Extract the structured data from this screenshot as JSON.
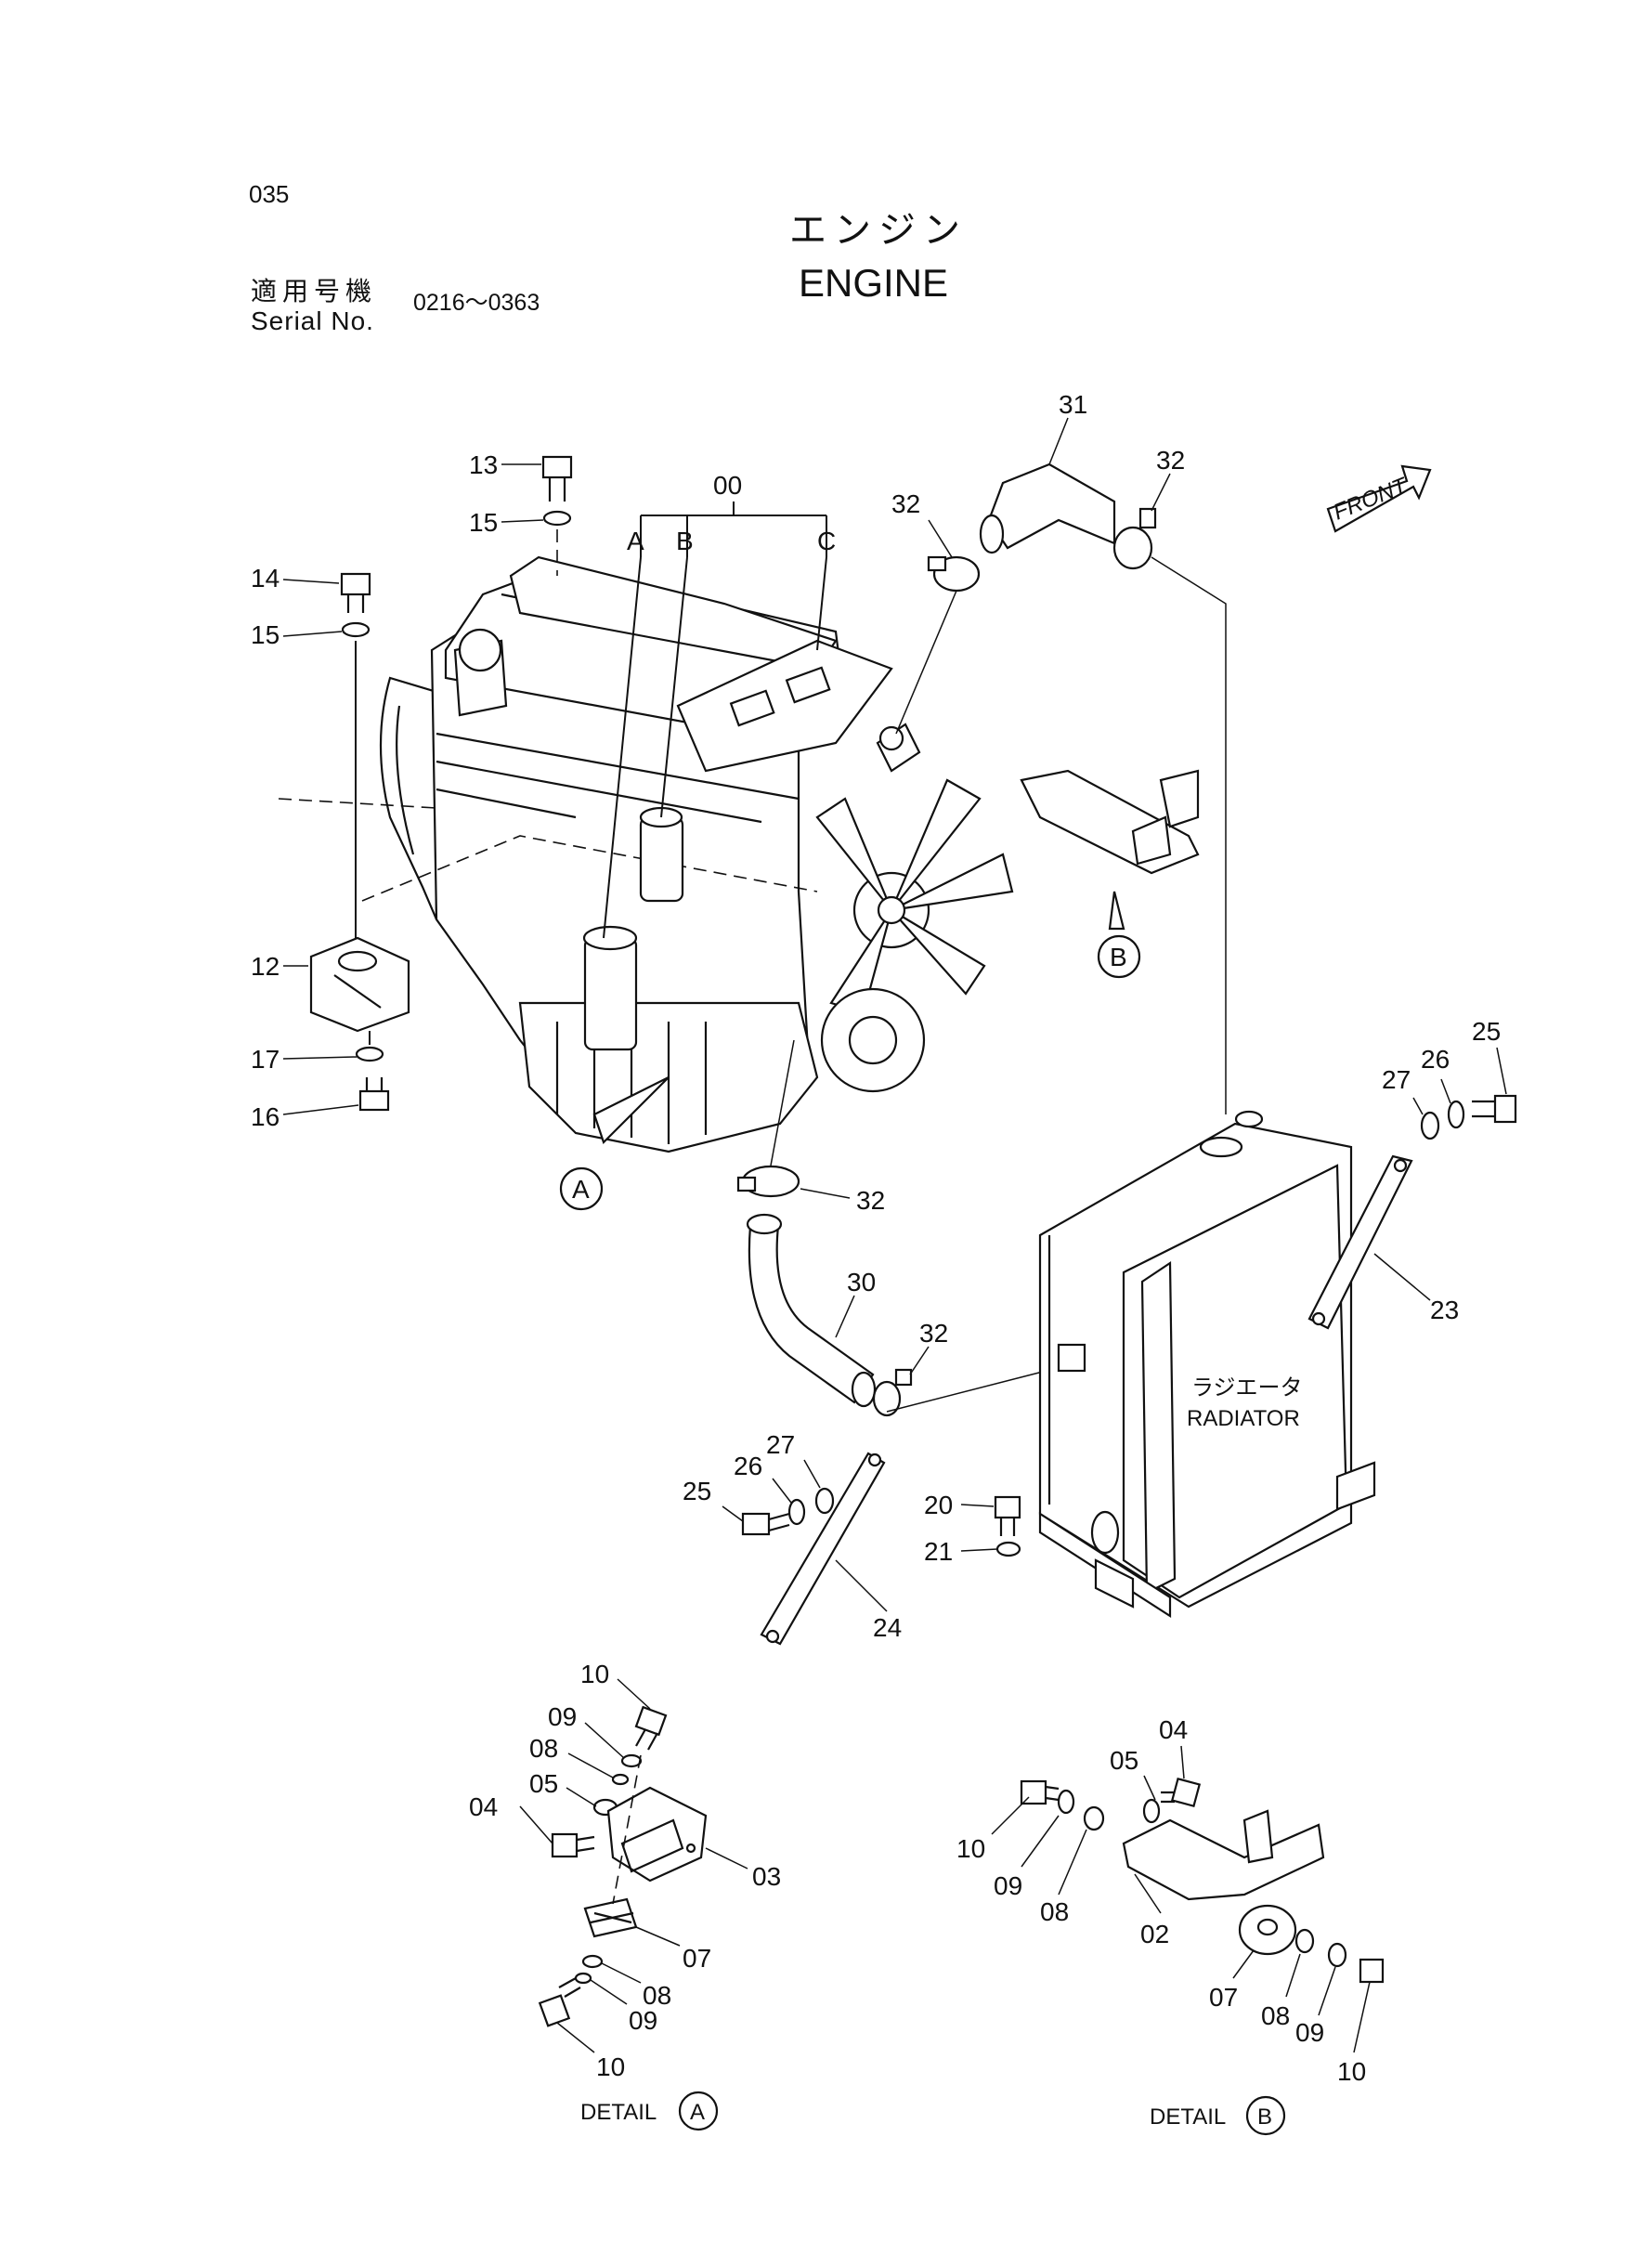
{
  "page": {
    "page_number": "035",
    "title_jp": "エンジン",
    "title_en": "ENGINE",
    "serial_label_jp": "適用号機",
    "serial_label_en": "Serial No.",
    "serial_range": "0216～0363",
    "front_label": "FRONT"
  },
  "labels": {
    "radiator_jp": "ラジエータ",
    "radiator_en": "RADIATOR",
    "detail_word": "DETAIL",
    "detail_a": "A",
    "detail_b": "B",
    "sub_a": "A",
    "sub_b": "B",
    "sub_c": "C"
  },
  "callouts": {
    "engine_assy": "00",
    "bolt_13": "13",
    "washer_15_top": "15",
    "bolt_14": "14",
    "washer_15_left": "15",
    "mount_12": "12",
    "washer_17": "17",
    "bolt_16": "16",
    "hose_31": "31",
    "clamp_32_top": "32",
    "clamp_32_hose": "32",
    "clamp_32_lower": "32",
    "clamp_32_mid": "32",
    "hose_30": "30",
    "bolt_25_right": "25",
    "washer_26_right": "26",
    "washer_27_right": "27",
    "stay_23": "23",
    "bolt_25_left": "25",
    "washer_26_left": "26",
    "washer_27_left": "27",
    "stay_24": "24",
    "bolt_20": "20",
    "washer_21": "21",
    "a_10_top": "10",
    "a_09_top": "09",
    "a_08_top": "08",
    "a_05": "05",
    "a_04": "04",
    "a_03": "03",
    "a_07": "07",
    "a_08_bot": "08",
    "a_09_bot": "09",
    "a_10_bot": "10",
    "b_04": "04",
    "b_05": "05",
    "b_10_left": "10",
    "b_09_left": "09",
    "b_08_left": "08",
    "b_02": "02",
    "b_07": "07",
    "b_08_right": "08",
    "b_09_right": "09",
    "b_10_right": "10"
  }
}
